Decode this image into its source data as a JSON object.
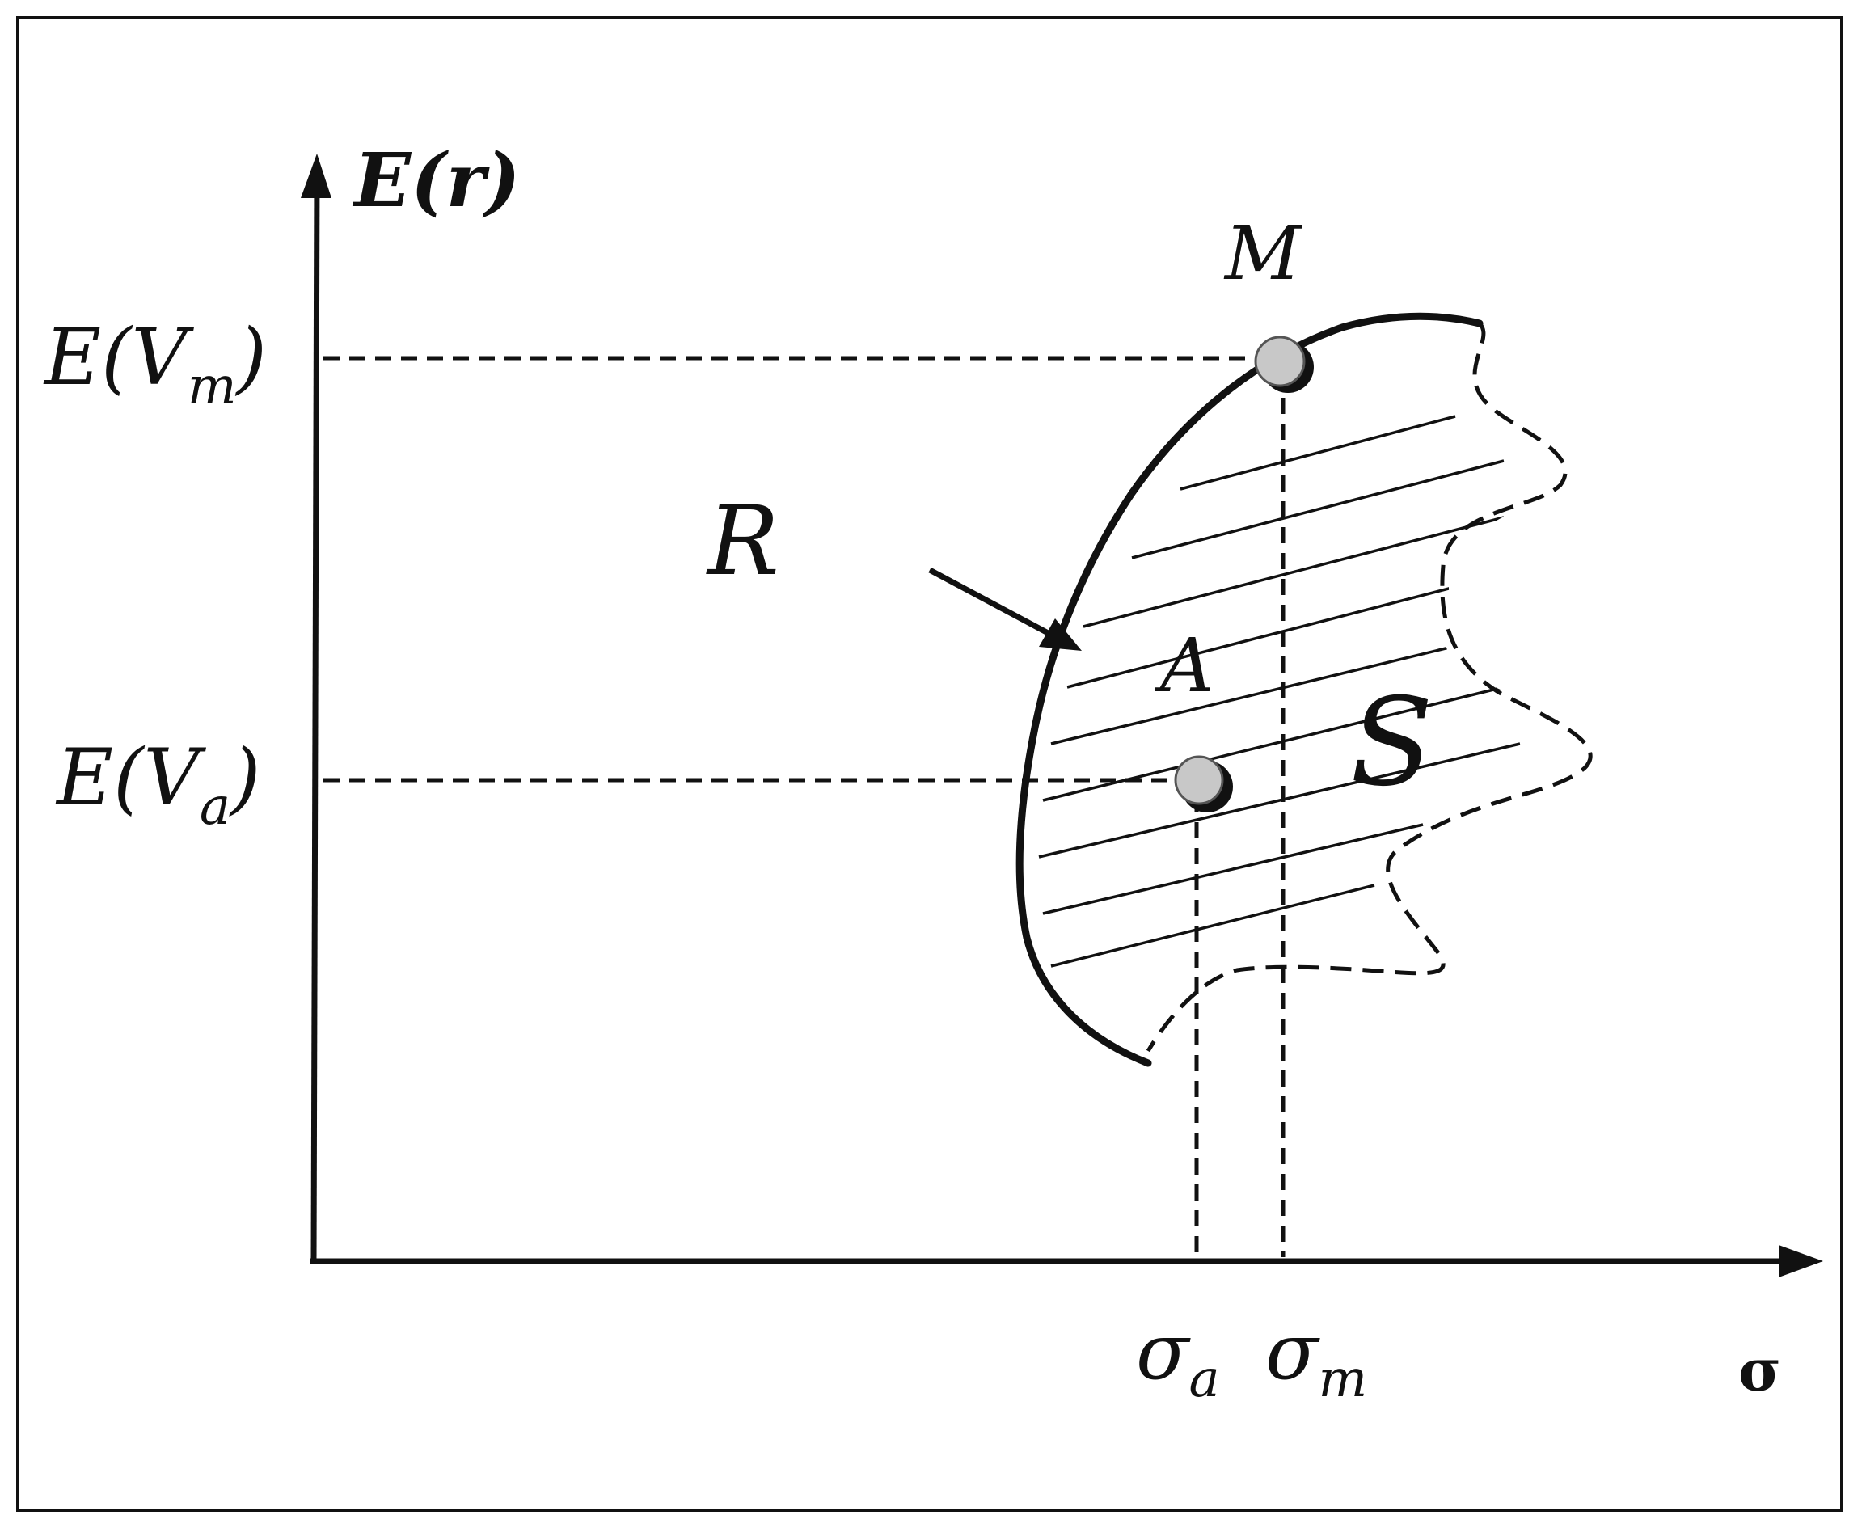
{
  "axes": {
    "y_label": "E(r)",
    "x_label": "σ"
  },
  "y_ticks": {
    "top": {
      "base": "E(V",
      "sub": "m",
      "close": ")"
    },
    "bottom": {
      "base": "E(V",
      "sub": "a",
      "close": ")"
    }
  },
  "x_ticks": {
    "left": {
      "base": "σ",
      "sub": "a"
    },
    "right": {
      "base": "σ",
      "sub": "m"
    }
  },
  "regions": {
    "efficient_frontier": "R",
    "feasible_set": "S",
    "inner_point": "A",
    "optimal_point": "M"
  },
  "colors": {
    "ink": "#111111",
    "point_fill": "#c8c8c8"
  }
}
